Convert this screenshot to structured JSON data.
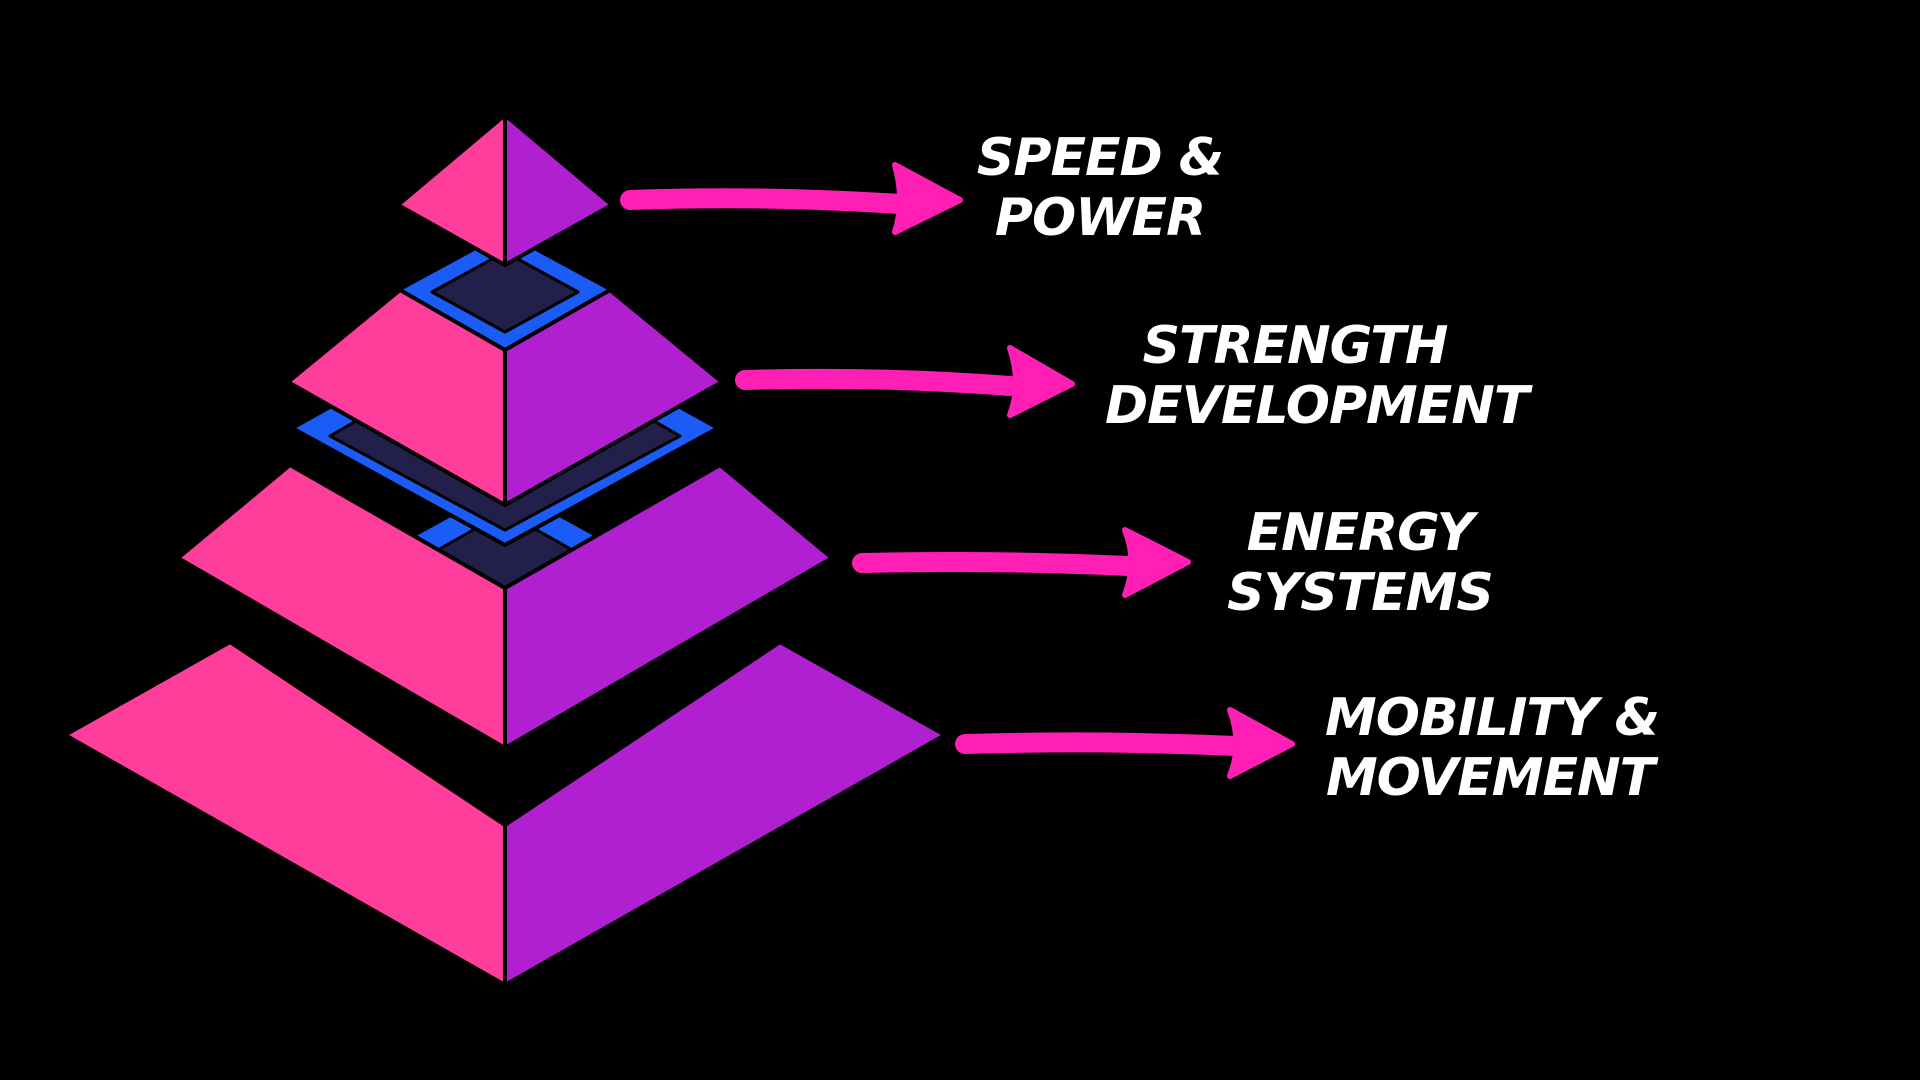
{
  "colors": {
    "background": "#000000",
    "face_left": "#ff3d9a",
    "face_right": "#b020d0",
    "ledge_border": "#1a5cf5",
    "ledge_inner": "#22204a",
    "arrow": "#ff1fb4",
    "label_text": "#ffffff"
  },
  "tiers": [
    {
      "level": 1,
      "line1": "SPEED &",
      "line2": "POWER"
    },
    {
      "level": 2,
      "line1": "STRENGTH",
      "line2": "DEVELOPMENT"
    },
    {
      "level": 3,
      "line1": "ENERGY",
      "line2": "SYSTEMS"
    },
    {
      "level": 4,
      "line1": "MOBILITY &",
      "line2": "MOVEMENT"
    }
  ]
}
